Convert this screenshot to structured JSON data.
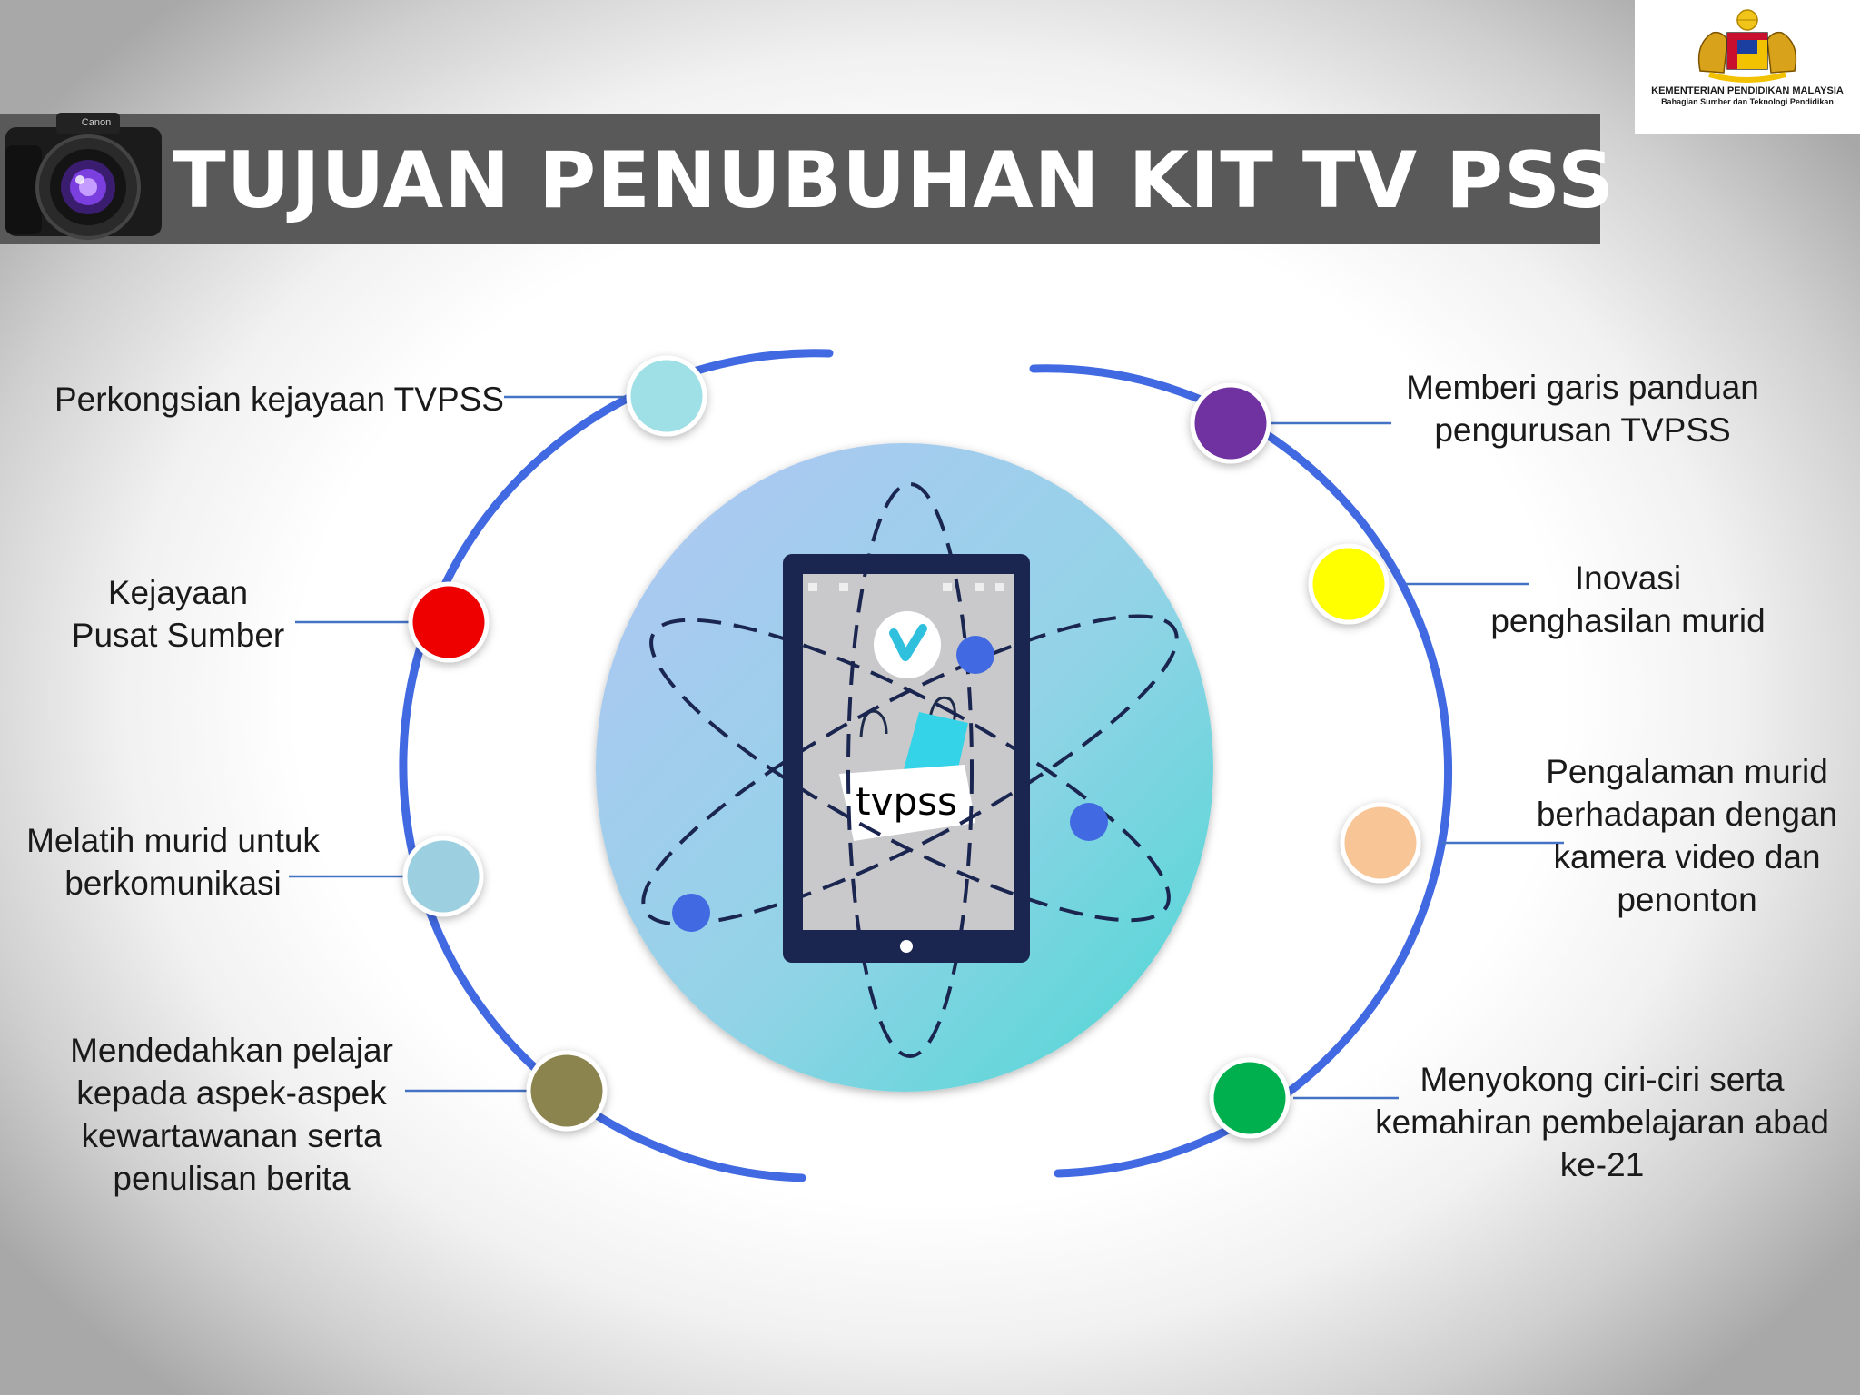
{
  "header": {
    "title": "TUJUAN PENUBUHAN KIT TV PSS",
    "camera_icon": "camera-icon",
    "camera_brand": "Canon"
  },
  "logo": {
    "crest_icon": "malaysia-coat-of-arms",
    "line1": "KEMENTERIAN PENDIDIKAN MALAYSIA",
    "line2": "Bahagian Sumber dan Teknologi Pendidikan"
  },
  "center": {
    "app_word": "tvpss",
    "device_icon": "tablet-icon",
    "app_icon": "v-logo-icon",
    "bag_icon": "shopping-bag-icon",
    "orbit_icon": "atom-orbit-icon"
  },
  "goals_left": [
    {
      "text": "Perkongsian kejayaan TVPSS",
      "color": "#9fdfe6"
    },
    {
      "text": "Kejayaan\nPusat Sumber",
      "color": "#ee0000"
    },
    {
      "text": "Melatih murid untuk\nberkomunikasi",
      "color": "#9ccfdf"
    },
    {
      "text": "Mendedahkan pelajar\nkepada aspek-aspek\nkewartawanan serta\npenulisan berita",
      "color": "#8c8450"
    }
  ],
  "goals_right": [
    {
      "text": "Memberi garis panduan\npengurusan TVPSS",
      "color": "#7030a0"
    },
    {
      "text": "Inovasi\npenghasilan murid",
      "color": "#ffff00"
    },
    {
      "text": "Pengalaman murid\nberhadapan dengan\nkamera video dan\npenonton",
      "color": "#f8c597"
    },
    {
      "text": "Menyokong ciri-ciri serta\nkemahiran pembelajaran abad\nke-21",
      "color": "#00b050"
    }
  ],
  "colors": {
    "title_bar": "#595959",
    "arc": "#4169e1",
    "connector": "#4472c4",
    "tablet_frame": "#1a2550",
    "tablet_screen": "#c9c9cc"
  }
}
